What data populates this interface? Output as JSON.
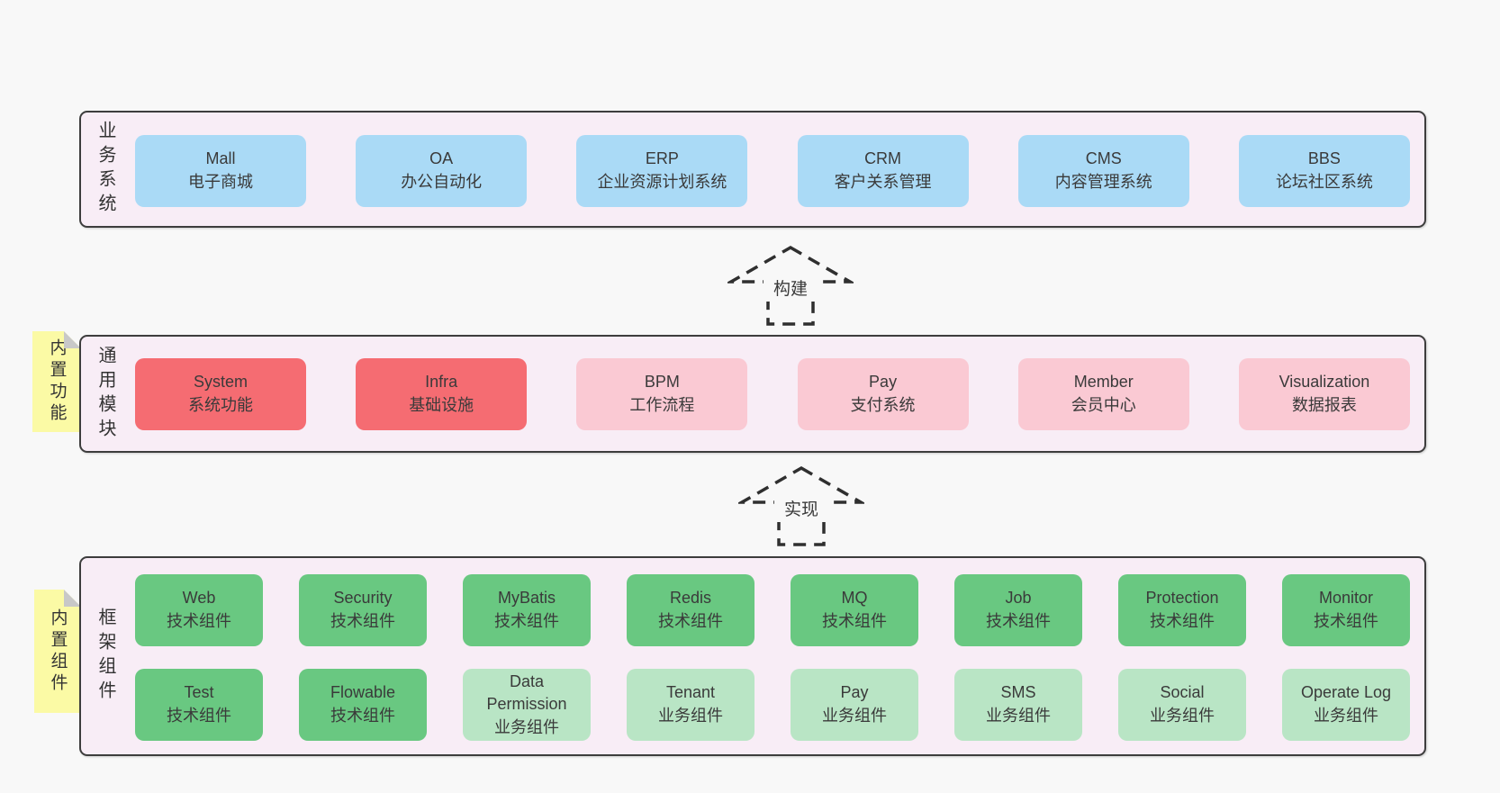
{
  "page": {
    "background": "#f8f8f8"
  },
  "colors": {
    "panel_bg": "#f8edf6",
    "panel_border": "#3d3d3d",
    "box_blue": "#aadaf6",
    "box_red": "#f56c72",
    "box_pink": "#fac9d3",
    "box_green": "#69c881",
    "box_light_green": "#b9e5c5",
    "sticky_yellow": "#fbfaa5",
    "sticky_fold": "#c8c8c8",
    "text": "#3a3a3a",
    "arrow": "#2f2f2f"
  },
  "business_section": {
    "label": "业务系统",
    "boxes": [
      {
        "title": "Mall",
        "subtitle": "电子商城"
      },
      {
        "title": "OA",
        "subtitle": "办公自动化"
      },
      {
        "title": "ERP",
        "subtitle": "企业资源计划系统"
      },
      {
        "title": "CRM",
        "subtitle": "客户关系管理"
      },
      {
        "title": "CMS",
        "subtitle": "内容管理系统"
      },
      {
        "title": "BBS",
        "subtitle": "论坛社区系统"
      }
    ]
  },
  "build_arrow": {
    "label": "构建"
  },
  "modules_section": {
    "label": "通用模块",
    "sticky_label": "内置功能",
    "boxes": [
      {
        "title": "System",
        "subtitle": "系统功能",
        "variant": "red"
      },
      {
        "title": "Infra",
        "subtitle": "基础设施",
        "variant": "red"
      },
      {
        "title": "BPM",
        "subtitle": "工作流程",
        "variant": "pink"
      },
      {
        "title": "Pay",
        "subtitle": "支付系统",
        "variant": "pink"
      },
      {
        "title": "Member",
        "subtitle": "会员中心",
        "variant": "pink"
      },
      {
        "title": "Visualization",
        "subtitle": "数据报表",
        "variant": "pink"
      }
    ]
  },
  "implement_arrow": {
    "label": "实现"
  },
  "framework_section": {
    "label": "框架组件",
    "sticky_label": "内置组件",
    "row1": [
      {
        "title": "Web",
        "subtitle": "技术组件",
        "variant": "green"
      },
      {
        "title": "Security",
        "subtitle": "技术组件",
        "variant": "green"
      },
      {
        "title": "MyBatis",
        "subtitle": "技术组件",
        "variant": "green"
      },
      {
        "title": "Redis",
        "subtitle": "技术组件",
        "variant": "green"
      },
      {
        "title": "MQ",
        "subtitle": "技术组件",
        "variant": "green"
      },
      {
        "title": "Job",
        "subtitle": "技术组件",
        "variant": "green"
      },
      {
        "title": "Protection",
        "subtitle": "技术组件",
        "variant": "green"
      },
      {
        "title": "Monitor",
        "subtitle": "技术组件",
        "variant": "green"
      }
    ],
    "row2": [
      {
        "title": "Test",
        "subtitle": "技术组件",
        "variant": "green"
      },
      {
        "title": "Flowable",
        "subtitle": "技术组件",
        "variant": "green"
      },
      {
        "title": "Data Permission",
        "subtitle": "业务组件",
        "variant": "lightgreen"
      },
      {
        "title": "Tenant",
        "subtitle": "业务组件",
        "variant": "lightgreen"
      },
      {
        "title": "Pay",
        "subtitle": "业务组件",
        "variant": "lightgreen"
      },
      {
        "title": "SMS",
        "subtitle": "业务组件",
        "variant": "lightgreen"
      },
      {
        "title": "Social",
        "subtitle": "业务组件",
        "variant": "lightgreen"
      },
      {
        "title": "Operate Log",
        "subtitle": "业务组件",
        "variant": "lightgreen"
      }
    ]
  }
}
